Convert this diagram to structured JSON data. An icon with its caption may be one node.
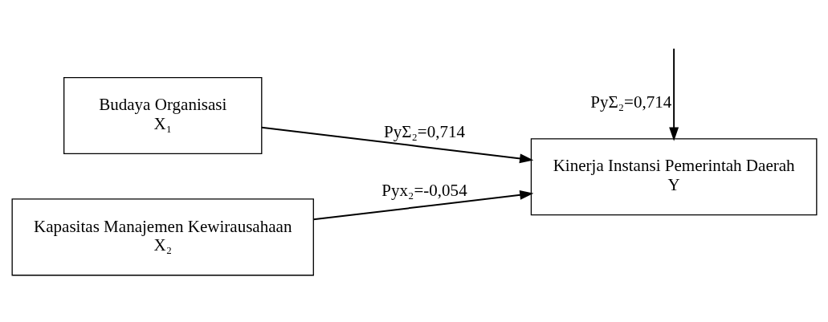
{
  "diagram": {
    "nodes": [
      {
        "text": [
          "Budaya Organisasi",
          "X₁"
        ]
      },
      {
        "text": [
          "Kapasitas Manajemen Kewirausahaan",
          "X₂"
        ]
      },
      {
        "text": [
          "Kinerja Instansi Pemerintah Daerah",
          "Y"
        ]
      }
    ],
    "edges": [
      {
        "from": 0,
        "to": 2,
        "arrow": "to",
        "label": "PyΣ₂=0,714"
      },
      {
        "from": 1,
        "to": 2,
        "arrow": "to",
        "label": "Pyx₂=-0,054"
      },
      {
        "from": null,
        "to": 2,
        "arrow": "to",
        "label": "PyΣ₂=0,714"
      }
    ]
  }
}
